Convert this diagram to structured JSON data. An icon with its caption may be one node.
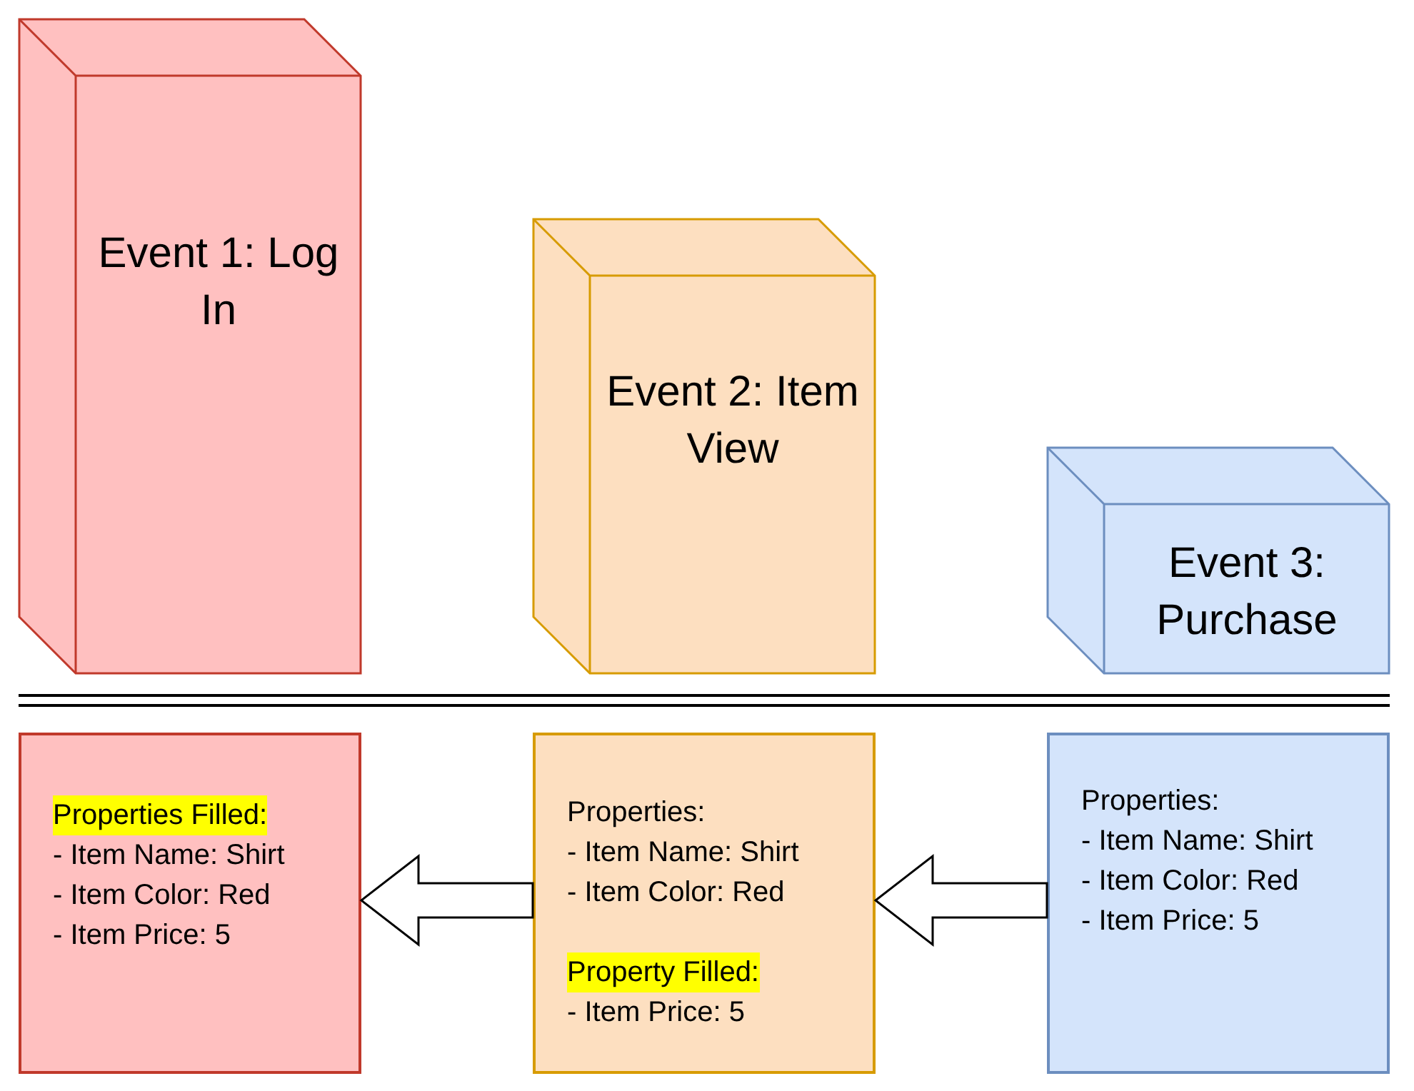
{
  "diagram": {
    "nodes": [
      {
        "text": [
          "Event 1: Log In"
        ]
      },
      {
        "text": [
          "Event 2: Item View"
        ]
      },
      {
        "text": [
          "Event 3: Purchase"
        ]
      },
      {
        "text": [
          "Properties Filled:",
          "- Item Name: Shirt",
          "- Item Color: Red",
          "- Item Price: 5"
        ]
      },
      {
        "text": [
          "Properties:",
          "- Item Name: Shirt",
          "- Item Color: Red",
          "Property Filled:",
          "- Item Price: 5"
        ]
      },
      {
        "text": [
          "Properties:",
          "- Item Name: Shirt",
          "- Item Color: Red",
          "- Item Price: 5"
        ]
      }
    ],
    "edges": [
      {
        "from": 5,
        "to": 4,
        "arrow": "to"
      },
      {
        "from": 4,
        "to": 3,
        "arrow": "to"
      }
    ]
  }
}
